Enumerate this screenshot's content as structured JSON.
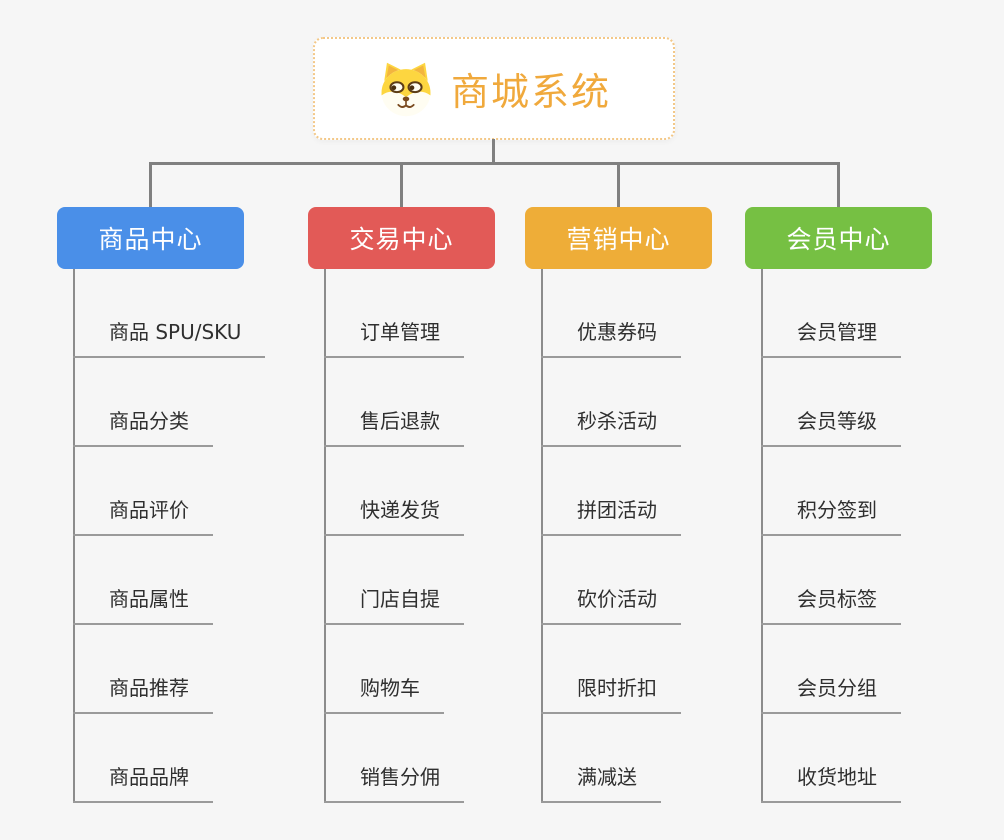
{
  "page": {
    "background_color": "#f6f6f6",
    "connector_color": "#808080"
  },
  "root": {
    "title": "商城系统",
    "title_color": "#f0a93c",
    "border_color": "#f3c888",
    "icon": "shiba-dog-icon"
  },
  "branches": [
    {
      "label": "商品中心",
      "color": "#4a8fe8",
      "items": [
        "商品 SPU/SKU",
        "商品分类",
        "商品评价",
        "商品属性",
        "商品推荐",
        "商品品牌"
      ]
    },
    {
      "label": "交易中心",
      "color": "#e25a57",
      "items": [
        "订单管理",
        "售后退款",
        "快递发货",
        "门店自提",
        "购物车",
        "销售分佣"
      ]
    },
    {
      "label": "营销中心",
      "color": "#eead38",
      "items": [
        "优惠券码",
        "秒杀活动",
        "拼团活动",
        "砍价活动",
        "限时折扣",
        "满减送"
      ]
    },
    {
      "label": "会员中心",
      "color": "#76c043",
      "items": [
        "会员管理",
        "会员等级",
        "积分签到",
        "会员标签",
        "会员分组",
        "收货地址"
      ]
    }
  ]
}
